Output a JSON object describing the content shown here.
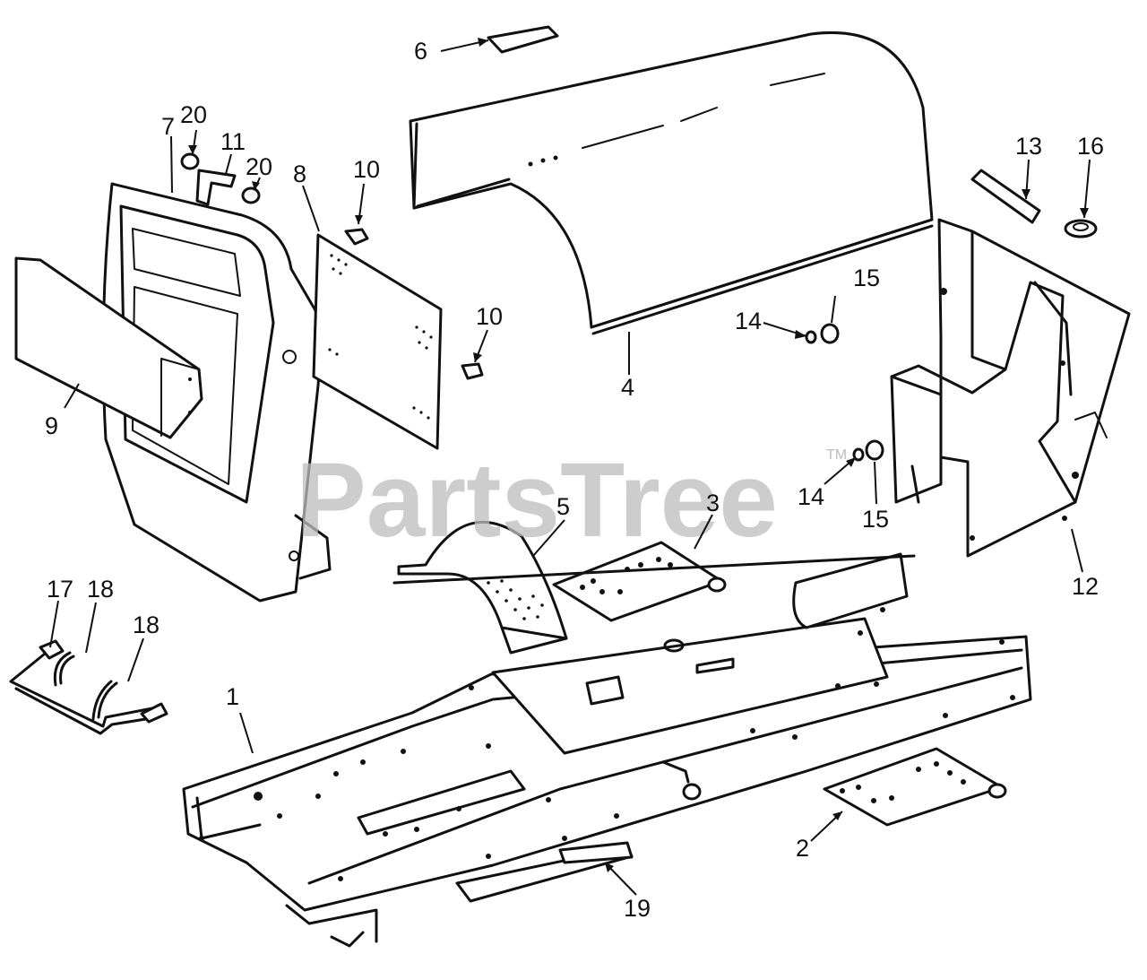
{
  "watermark": {
    "brand": "PartsTree",
    "trademark": "TM"
  },
  "callouts": [
    {
      "id": "c1",
      "label": "1"
    },
    {
      "id": "c2",
      "label": "2"
    },
    {
      "id": "c3",
      "label": "3"
    },
    {
      "id": "c4",
      "label": "4"
    },
    {
      "id": "c5",
      "label": "5"
    },
    {
      "id": "c6",
      "label": "6"
    },
    {
      "id": "c7",
      "label": "7"
    },
    {
      "id": "c8",
      "label": "8"
    },
    {
      "id": "c9",
      "label": "9"
    },
    {
      "id": "c10a",
      "label": "10"
    },
    {
      "id": "c10b",
      "label": "10"
    },
    {
      "id": "c11",
      "label": "11"
    },
    {
      "id": "c12",
      "label": "12"
    },
    {
      "id": "c13",
      "label": "13"
    },
    {
      "id": "c14a",
      "label": "14"
    },
    {
      "id": "c14b",
      "label": "14"
    },
    {
      "id": "c15a",
      "label": "15"
    },
    {
      "id": "c15b",
      "label": "15"
    },
    {
      "id": "c16",
      "label": "16"
    },
    {
      "id": "c17",
      "label": "17"
    },
    {
      "id": "c18a",
      "label": "18"
    },
    {
      "id": "c18b",
      "label": "18"
    },
    {
      "id": "c19",
      "label": "19"
    },
    {
      "id": "c20a",
      "label": "20"
    },
    {
      "id": "c20b",
      "label": "20"
    }
  ]
}
